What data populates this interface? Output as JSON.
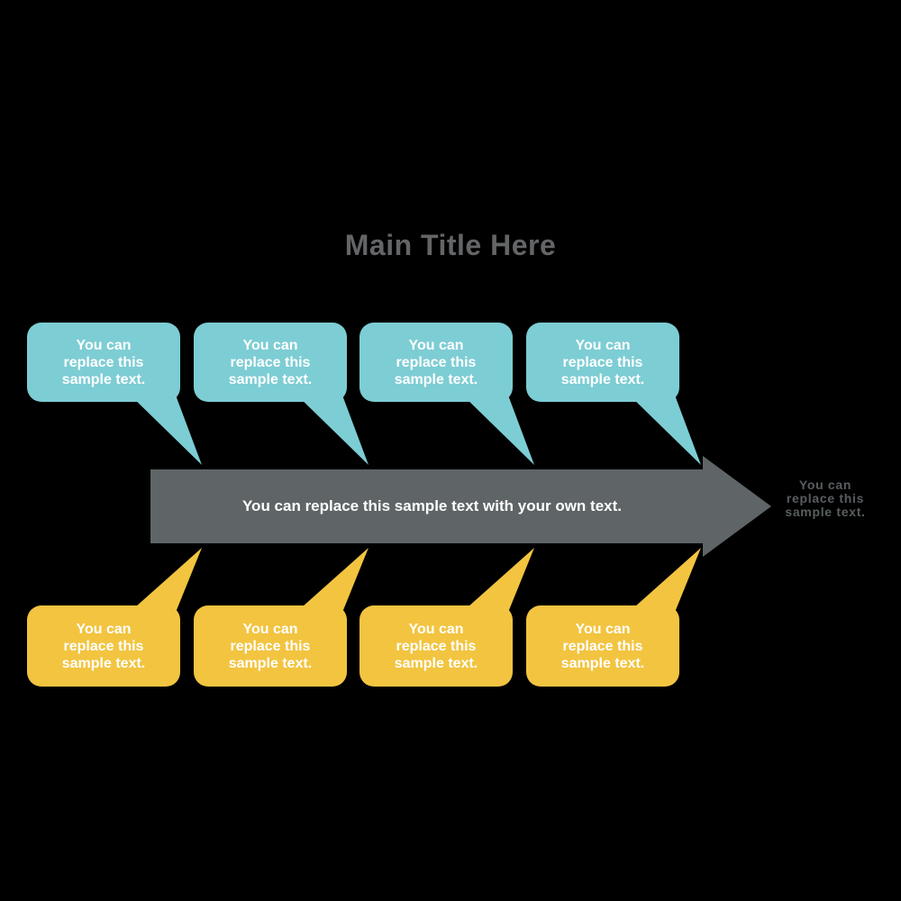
{
  "title": "Main Title Here",
  "arrow": {
    "label": "You can replace this sample text with your own text."
  },
  "end_note": {
    "text": "You can\nreplace this\nsample text."
  },
  "top_callouts": [
    {
      "text": "You can\nreplace this\nsample text."
    },
    {
      "text": "You can\nreplace this\nsample text."
    },
    {
      "text": "You can\nreplace this\nsample text."
    },
    {
      "text": "You can\nreplace this\nsample text."
    }
  ],
  "bottom_callouts": [
    {
      "text": "You can\nreplace this\nsample text."
    },
    {
      "text": "You can\nreplace this\nsample text."
    },
    {
      "text": "You can\nreplace this\nsample text."
    },
    {
      "text": "You can\nreplace this\nsample text."
    }
  ],
  "colors": {
    "background": "#000000",
    "top_callout": "#7DCDD4",
    "bottom_callout": "#F2C440",
    "arrow": "#5F6566",
    "title_text": "#636567",
    "end_note_text": "#595E60",
    "callout_text": "#FFFFFF"
  }
}
